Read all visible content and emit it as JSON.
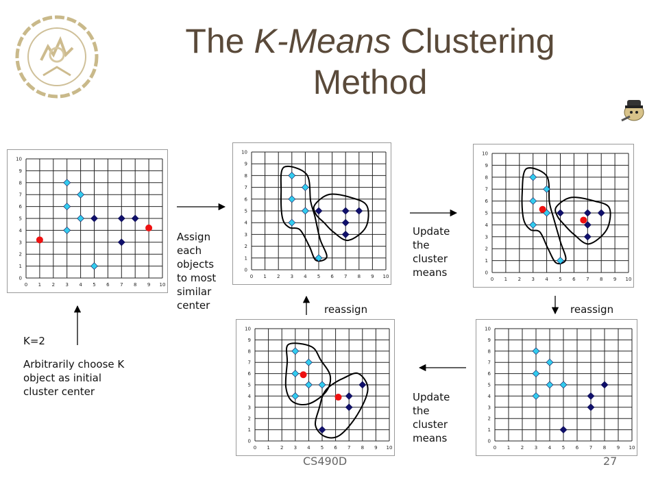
{
  "slide": {
    "title_part1": "The ",
    "title_em": "K-Means",
    "title_part2": " Clustering",
    "title_line2": "Method",
    "footer_left": "CS490D",
    "footer_right": "27"
  },
  "labels": {
    "assign": [
      "Assign",
      "each",
      "objects",
      "to most",
      "similar",
      "center"
    ],
    "update_top": [
      "Update",
      "the",
      "cluster",
      "means"
    ],
    "update_bottom": [
      "Update",
      "the",
      "cluster",
      "means"
    ],
    "reassign_left": "reassign",
    "reassign_right": "reassign",
    "k": "K=2",
    "choose": [
      "Arbitrarily choose K",
      "object as initial",
      "cluster center"
    ]
  },
  "colors": {
    "cluster_a": "#33ccee",
    "cluster_b": "#10106b",
    "center": "#ee1111",
    "title": "#5a4a3a"
  },
  "chart_data": [
    {
      "type": "scatter",
      "xlim": [
        0,
        10
      ],
      "ylim": [
        0,
        10
      ],
      "grid": true,
      "series": [
        {
          "values": [
            [
              3,
              8
            ],
            [
              3,
              6
            ],
            [
              3,
              4
            ],
            [
              4,
              7
            ],
            [
              4,
              5
            ],
            [
              5,
              1
            ]
          ]
        },
        {
          "values": [
            [
              5,
              5
            ],
            [
              7,
              5
            ],
            [
              8,
              5
            ],
            [
              7,
              3
            ]
          ]
        },
        {
          "values": [
            [
              1,
              3.2
            ],
            [
              9,
              4.2
            ]
          ]
        }
      ]
    },
    {
      "type": "scatter",
      "xlim": [
        0,
        10
      ],
      "ylim": [
        0,
        10
      ],
      "grid": true,
      "series": [
        {
          "values": [
            [
              3,
              8
            ],
            [
              3,
              6
            ],
            [
              3,
              4
            ],
            [
              4,
              7
            ],
            [
              4,
              5
            ],
            [
              5,
              1
            ]
          ]
        },
        {
          "values": [
            [
              5,
              5
            ],
            [
              7,
              5
            ],
            [
              8,
              5
            ],
            [
              7,
              3
            ],
            [
              7,
              4
            ]
          ]
        }
      ]
    },
    {
      "type": "scatter",
      "xlim": [
        0,
        10
      ],
      "ylim": [
        0,
        10
      ],
      "grid": true,
      "series": [
        {
          "values": [
            [
              3,
              8
            ],
            [
              3,
              6
            ],
            [
              3,
              4
            ],
            [
              4,
              7
            ],
            [
              4,
              5
            ],
            [
              5,
              1
            ]
          ]
        },
        {
          "values": [
            [
              5,
              5
            ],
            [
              7,
              5
            ],
            [
              8,
              5
            ],
            [
              7,
              3
            ],
            [
              7,
              4
            ]
          ]
        },
        {
          "values": [
            [
              3.7,
              5.3
            ],
            [
              6.7,
              4.4
            ]
          ]
        }
      ]
    },
    {
      "type": "scatter",
      "xlim": [
        0,
        10
      ],
      "ylim": [
        0,
        10
      ],
      "grid": true,
      "series": [
        {
          "values": [
            [
              3,
              8
            ],
            [
              3,
              6
            ],
            [
              3,
              4
            ],
            [
              4,
              7
            ],
            [
              4,
              5
            ],
            [
              5,
              5
            ]
          ]
        },
        {
          "values": [
            [
              7,
              4
            ],
            [
              8,
              5
            ],
            [
              7,
              3
            ],
            [
              5,
              1
            ]
          ]
        },
        {
          "values": [
            [
              3.6,
              5.9
            ],
            [
              6.2,
              3.9
            ]
          ]
        }
      ]
    },
    {
      "type": "scatter",
      "xlim": [
        0,
        10
      ],
      "ylim": [
        0,
        10
      ],
      "grid": true,
      "series": [
        {
          "values": [
            [
              3,
              8
            ],
            [
              3,
              6
            ],
            [
              3,
              4
            ],
            [
              4,
              7
            ],
            [
              4,
              5
            ],
            [
              5,
              5
            ]
          ]
        },
        {
          "values": [
            [
              7,
              4
            ],
            [
              8,
              5
            ],
            [
              7,
              3
            ],
            [
              5,
              1
            ]
          ]
        }
      ]
    }
  ]
}
